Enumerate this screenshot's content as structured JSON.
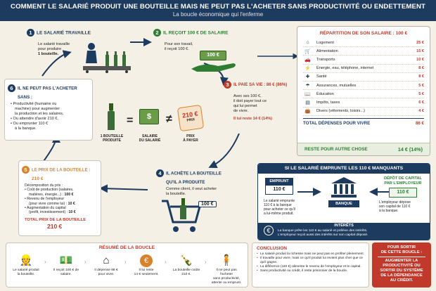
{
  "header": {
    "title": "COMMENT LE SALARIÉ PRODUIT UNE BOUTEILLE MAIS NE PEUT PAS L'ACHETER SANS PRODUCTIVITÉ OU ENDETTEMENT",
    "subtitle": "La boucle économique qui l'enferme"
  },
  "step1": {
    "num": "1",
    "title": "LE SALARIÉ TRAVAILLE",
    "l1": "Le salarié travaille",
    "l2": "pour produire",
    "l3": "1 bouteille."
  },
  "step2": {
    "num": "2",
    "title": "IL REÇOIT 100 € DE SALAIRE",
    "l1": "Pour son travail,",
    "l2": "il reçoit 100 €.",
    "bill": "100 €"
  },
  "step3": {
    "num": "3",
    "title": "IL PAIE SA VIE : 86 € (86%)",
    "l1": "Avec ses 100 €,",
    "l2": "il doit payer tout ce",
    "l3": "qui lui permet",
    "l4": "de vivre.",
    "rest": "Il lui reste 14 € (14%)"
  },
  "step4": {
    "num": "4",
    "title": "IL ACHÈTE LA BOUTEILLE",
    "title2": "QU'IL A PRODUITE",
    "l1": "Comme client, il veut acheter",
    "l2": "la bouteille.",
    "price": "100 €"
  },
  "step5": {
    "num": "5",
    "title": "LE PRIX DE LA BOUTEILLE :",
    "title2": "210 €",
    "decomp": "Décomposition du prix :",
    "b1a": "Coût de production (salaires,",
    "b1b": "matières, énergie...) :",
    "b1v": "100 €",
    "b2a": "Revenu de l'employeur",
    "b2b": "(pour vivre comme lui) :",
    "b2v": "10 €",
    "b3a": "Augmentation du capital",
    "b3b": "(profit, investissement) :",
    "b3v": "10 €",
    "total": "TOTAL PRIX DE LA BOUTEILLE",
    "totalv": "210 €"
  },
  "step6": {
    "num": "6",
    "title": "IL NE PEUT PAS L'ACHETER",
    "title2": "SANS :",
    "b1a": "Productivité (humaine ou",
    "b1b": "machine) pour augmenter",
    "b1c": "la production et les salaires,",
    "b2a": "Ou attendre d'avoir 210 €,",
    "b3a": "Ou emprunter 110 €",
    "b3b": "à la banque."
  },
  "center": {
    "bottle": "1 BOUTEILLE",
    "bottle2": "PRODUITE",
    "eq": "=",
    "salary": "SALAIRE",
    "salary2": "DU SALARIÉ",
    "neq": "≠",
    "tag": "210 €",
    "tagsub": "PRIX",
    "price": "PRIX",
    "price2": "À PAYER"
  },
  "repartition": {
    "title": "RÉPARTITION DE SON SALAIRE : 100 €",
    "items": [
      {
        "icon": "house-icon",
        "label": "Logement",
        "value": "25 €"
      },
      {
        "icon": "cart-icon",
        "label": "Alimentation",
        "value": "15 €"
      },
      {
        "icon": "car-icon",
        "label": "Transports",
        "value": "10 €"
      },
      {
        "icon": "bolt-icon",
        "label": "Énergie, eau, téléphone, internet",
        "value": "8 €"
      },
      {
        "icon": "cross-icon",
        "label": "Santé",
        "value": "8 €"
      },
      {
        "icon": "umbrella-icon",
        "label": "Assurances, mutuelles",
        "value": "5 €"
      },
      {
        "icon": "book-icon",
        "label": "Éducation",
        "value": "5 €"
      },
      {
        "icon": "doc-icon",
        "label": "Impôts, taxes",
        "value": "6 €"
      },
      {
        "icon": "bag-icon",
        "label": "Divers (vêtements, loisirs...)",
        "value": "4 €"
      }
    ],
    "total_label": "TOTAL DÉPENSES POUR VIVRE",
    "total_value": "86 €",
    "rest_label": "RESTE POUR AUTRE CHOSE",
    "rest_value": "14 € (14%)"
  },
  "emprunt": {
    "title": "SI LE SALARIÉ EMPRUNTE LES 110 € MANQUANTS",
    "emprunt": "EMPRUNT",
    "amount": "110 €",
    "l1": "Le salarié emprunte",
    "l2": "110 € à la banque",
    "l3": "pour acheter ce qu'il",
    "l4": "a lui-même produit.",
    "bank": "BANQUE",
    "dep1": "DÉPÔT DE CAPITAL",
    "dep2": "PAR L'EMPLOYEUR",
    "depamount": "110 €",
    "r1": "L'employeur dépose",
    "r2": "son capital de 110 €",
    "r3": "à la banque.",
    "int": "INTÉRÊTS",
    "f1": "La banque prête les 110 € au salarié et prélève des intérêts.",
    "f2": "L'employeur reçoit aussi des intérêts sur son capital déposé."
  },
  "resume": {
    "title": "RÉSUMÉ DE LA BOUCLE",
    "items": [
      {
        "icon": "worker-icon",
        "l1": "Le salarié produit",
        "l2": "la bouteille."
      },
      {
        "icon": "money-icon",
        "l1": "Il reçoit 100 € de",
        "l2": "salaire."
      },
      {
        "icon": "house-icon",
        "l1": "Il dépense 86 €",
        "l2": "pour vivre."
      },
      {
        "icon": "coin-icon",
        "l1": "Il lui reste",
        "l2": "14 € seulement."
      },
      {
        "icon": "bottle-icon",
        "l1": "La bouteille coûte",
        "l2": "210 €."
      },
      {
        "icon": "person-icon",
        "l1": "Il ne peut pas l'acheter",
        "l2": "sans productivité,",
        "l3": "attente ou emprunt."
      }
    ]
  },
  "conclusion": {
    "title": "CONCLUSION",
    "items": [
      "Le salarié produit la richesse mais ne peut pas en profiter pleinement.",
      "Il travaille pour vivre, mais ce qu'il produit lui revient plus cher que ce qu'il gagne.",
      "La différence (110 €) alimente le revenu de l'employeur et le capital.",
      "Sans productivité ou crédit, il reste prisonnier de la boucle."
    ]
  },
  "sortir": {
    "l1": "POUR SORTIR",
    "l2": "DE CETTE BOUCLE :",
    "l3": "AUGMENTER LA",
    "l4": "PRODUCTIVITÉ OU",
    "l5": "SORTIR DU SYSTÈME",
    "l6": "DE LA DÉPENDANCE",
    "l7": "AU CRÉDIT."
  },
  "colors": {
    "navy": "#1d3a5f",
    "green": "#2e7d32",
    "red": "#c0392b",
    "orange": "#d9822b"
  }
}
